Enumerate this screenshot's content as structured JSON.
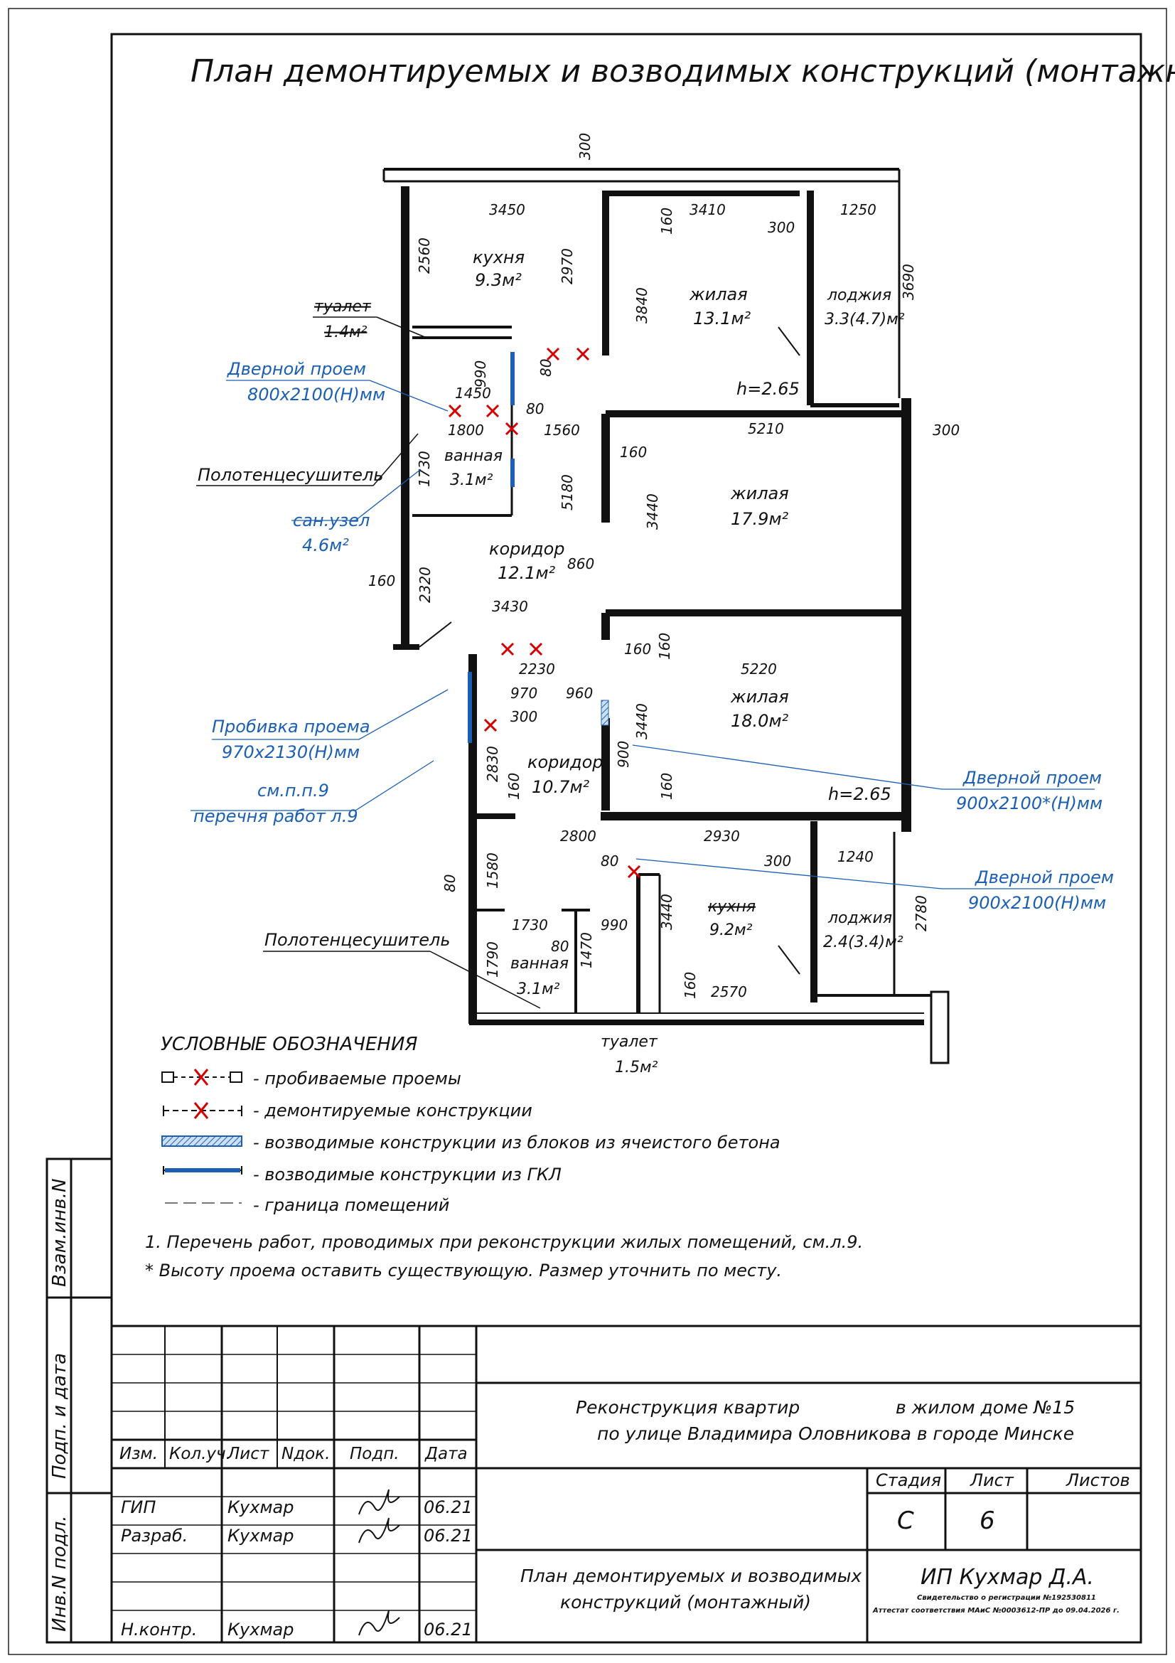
{
  "title": "План демонтируемых и возводимых конструкций (монтажный)",
  "rooms": [
    {
      "name": "кухня",
      "area": "9.3м²"
    },
    {
      "name": "жилая",
      "area": "13.1м²"
    },
    {
      "name": "лоджия",
      "area": "3.3(4.7)м²"
    },
    {
      "name": "туалет",
      "area": "1.4м²"
    },
    {
      "name": "ванная",
      "area": "3.1м²"
    },
    {
      "name": "жилая",
      "area": "17.9м²"
    },
    {
      "name": "коридор",
      "area": "12.1м²"
    },
    {
      "name": "жилая",
      "area": "18.0м²"
    },
    {
      "name": "коридор",
      "area": "10.7м²"
    },
    {
      "name": "кухня",
      "area": "9.2м²"
    },
    {
      "name": "лоджия",
      "area": "2.4(3.4)м²"
    },
    {
      "name": "ванная",
      "area": "3.1м²"
    },
    {
      "name": "туалет",
      "area": "1.5м²"
    }
  ],
  "heights": {
    "h1": "h=2.65",
    "h2": "h=2.65"
  },
  "dims": [
    "300",
    "3450",
    "3410",
    "1250",
    "300",
    "2560",
    "2970",
    "160",
    "3840",
    "3690",
    "80",
    "990",
    "1450",
    "80",
    "1800",
    "1560",
    "5210",
    "300",
    "160",
    "1730",
    "5180",
    "3440",
    "860",
    "160",
    "2320",
    "3430",
    "160",
    "2230",
    "160",
    "5220",
    "970",
    "960",
    "300",
    "3440",
    "900",
    "2830",
    "160",
    "160",
    "2800",
    "2930",
    "300",
    "1240",
    "80",
    "1580",
    "1730",
    "990",
    "80",
    "1470",
    "3440",
    "1790",
    "160",
    "2570",
    "2780"
  ],
  "callouts": {
    "door1_l1": "Дверной проем",
    "door1_l2": "800x2100(Н)мм",
    "towel1": "Полотенцесушитель",
    "sanuzel_l1": "сан.узел",
    "sanuzel_l2": "4.6м²",
    "opening_l1": "Пробивка проема",
    "opening_l2": "970x2130(Н)мм",
    "ref_l1": "см.п.п.9",
    "ref_l2": "перечня работ л.9",
    "door2_l1": "Дверной проем",
    "door2_l2": "900x2100*(Н)мм",
    "door3_l1": "Дверной проем",
    "door3_l2": "900x2100(Н)мм",
    "towel2": "Полотенцесушитель"
  },
  "legend": {
    "title": "УСЛОВНЫЕ ОБОЗНАЧЕНИЯ",
    "items": [
      "- пробиваемые проемы",
      "- демонтируемые конструкции",
      "- возводимые конструкции из блоков из ячеистого бетона",
      "- возводимые конструкции из ГКЛ",
      "- граница помещений"
    ]
  },
  "notes": [
    "1. Перечень работ, проводимых при реконструкции жилых помещений, см.л.9.",
    "* Высоту проема оставить существующую. Размер уточнить по месту."
  ],
  "side_labels": [
    "Взам.инв.N",
    "Подп. и дата",
    "Инв.N подл."
  ],
  "stamp": {
    "project_l1": "Реконструкция квартир",
    "project_l1b": "в жилом доме №15",
    "project_l2": "по улице Владимира Оловникова в городе Минске",
    "col_headers": [
      "Изм.",
      "Кол.уч.",
      "Лист",
      "Nдок.",
      "Подп.",
      "Дата"
    ],
    "rows": [
      {
        "role": "ГИП",
        "name": "Кухмар",
        "date": "06.21"
      },
      {
        "role": "Разраб.",
        "name": "Кухмар",
        "date": "06.21"
      },
      {
        "role": "Н.контр.",
        "name": "Кухмар",
        "date": "06.21"
      }
    ],
    "stage_label": "Стадия",
    "sheet_label": "Лист",
    "sheets_label": "Листов",
    "stage": "С",
    "sheet": "6",
    "sheets": "",
    "drawing_l1": "План демонтируемых и возводимых",
    "drawing_l2": "конструкций (монтажный)",
    "org": "ИП Кухмар Д.А.",
    "org_l2": "Свидетельство о регистрации №192530811",
    "org_l3": "Аттестат соответствия МАиС №0003612-ПР до 09.04.2026 г."
  }
}
